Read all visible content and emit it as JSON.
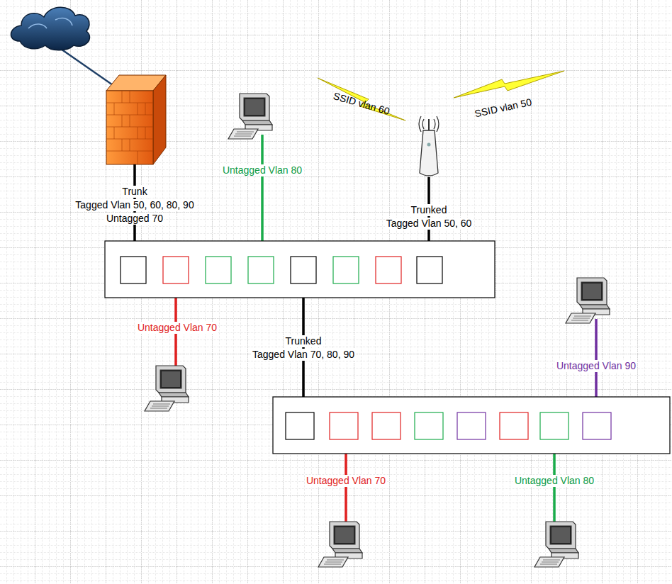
{
  "diagram": {
    "labels": [
      "SSID vlan 60",
      "SSID vlan 50",
      "Untagged Vlan 80",
      "Trunk",
      "Tagged Vlan 50, 60, 80, 90",
      "Untagged 70",
      "Trunked",
      "Tagged Vlan 50, 60",
      "Untagged Vlan 70",
      "Trunked",
      "Tagged Vlan 70, 80, 90",
      "Untagged Vlan 90",
      "Untagged Vlan 70",
      "Untagged Vlan 80"
    ]
  }
}
